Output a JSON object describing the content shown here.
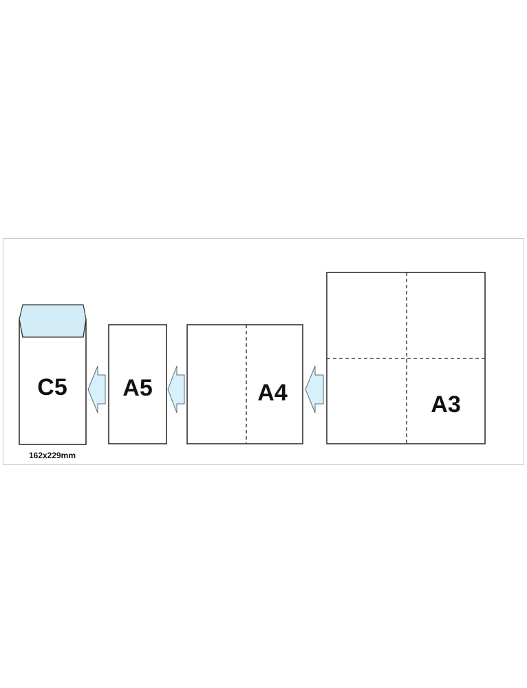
{
  "diagram": {
    "colors": {
      "arrow_fill": "#d7f0fb",
      "envelope_window": "#d2edf8",
      "frame_border": "#c9c9c9"
    },
    "items": [
      {
        "label": "C5",
        "caption": "162x229mm"
      },
      {
        "label": "A5"
      },
      {
        "label": "A4"
      },
      {
        "label": "A3"
      }
    ],
    "arrow_icon": "left-arrow-icon"
  }
}
